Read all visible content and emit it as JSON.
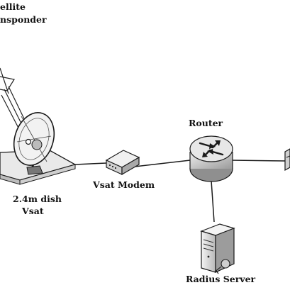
{
  "labels": {
    "satellite_line1": "ellite",
    "satellite_line2": "nsponder",
    "dish_line1": "2.4m dish",
    "dish_line2": "Vsat",
    "modem": "Vsat Modem",
    "router": "Router",
    "radius": "Radius Server"
  },
  "icons": {
    "dish": "satellite-dish-icon",
    "modem": "vsat-modem-icon",
    "router": "router-icon",
    "server": "radius-server-icon",
    "device_right": "network-device-icon"
  },
  "colors": {
    "line": "#1a1a1a",
    "router_body": "#d8d8d8",
    "device_fill": "#e6e6e6"
  }
}
